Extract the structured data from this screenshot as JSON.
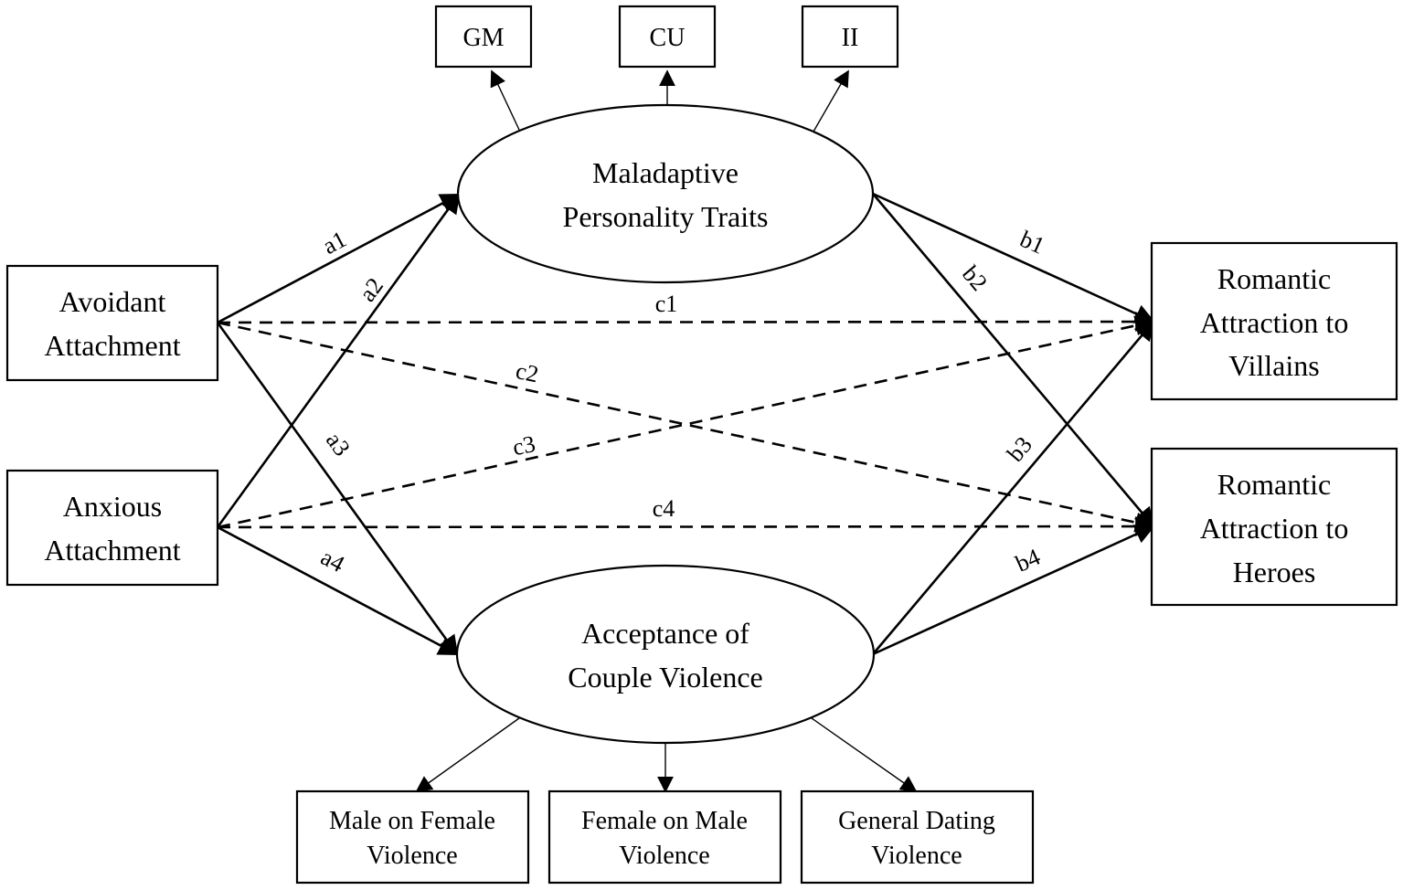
{
  "nodes": {
    "avoidant": [
      "Avoidant",
      "Attachment"
    ],
    "anxious": [
      "Anxious",
      "Attachment"
    ],
    "maladaptive": [
      "Maladaptive",
      "Personality Traits"
    ],
    "acceptance": [
      "Acceptance of",
      "Couple Violence"
    ],
    "villains": [
      "Romantic",
      "Attraction to",
      "Villains"
    ],
    "heroes": [
      "Romantic",
      "Attraction to",
      "Heroes"
    ]
  },
  "indicators": {
    "gm": "GM",
    "cu": "CU",
    "ii": "II",
    "male_on_female": [
      "Male on Female",
      "Violence"
    ],
    "female_on_male": [
      "Female on Male",
      "Violence"
    ],
    "general_dating": [
      "General Dating",
      "Violence"
    ]
  },
  "paths": {
    "a1": "a1",
    "a2": "a2",
    "a3": "a3",
    "a4": "a4",
    "b1": "b1",
    "b2": "b2",
    "b3": "b3",
    "b4": "b4",
    "c1": "c1",
    "c2": "c2",
    "c3": "c3",
    "c4": "c4"
  }
}
